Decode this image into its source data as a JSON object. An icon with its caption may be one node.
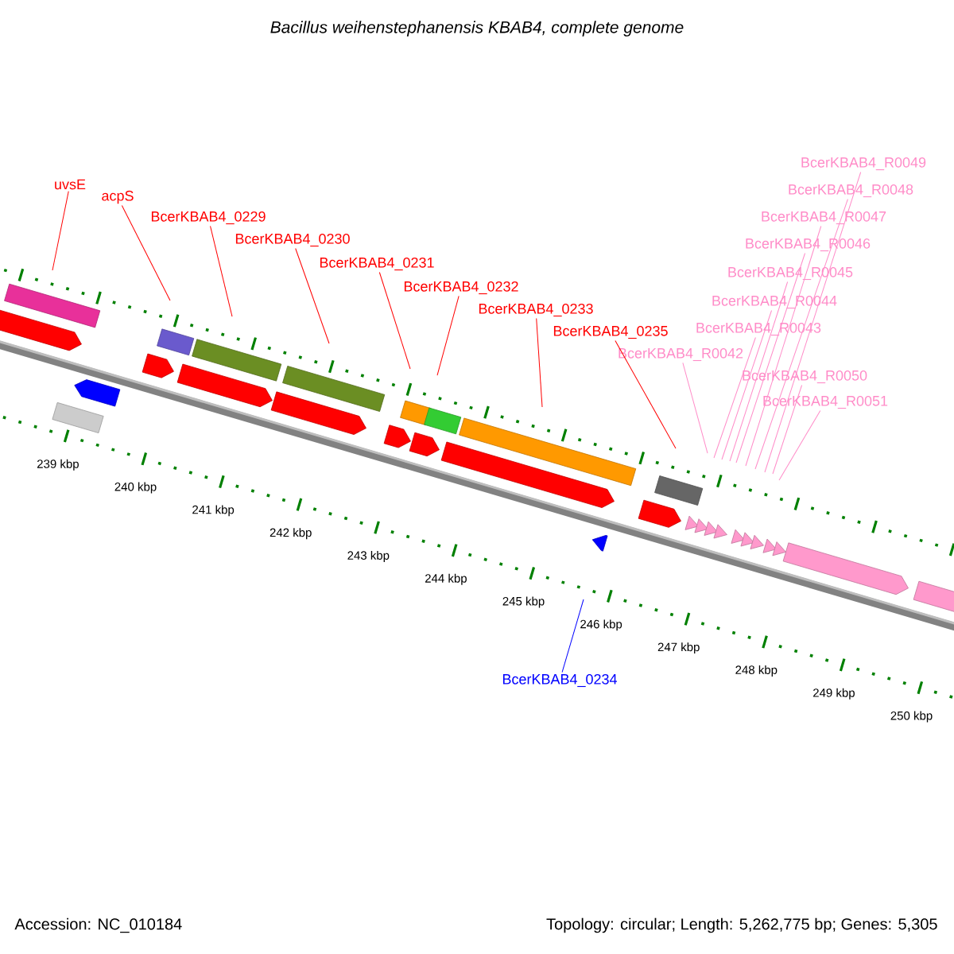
{
  "diagram": {
    "title": "Bacillus weihenstephanensis KBAB4, complete genome",
    "nodes": [
      {
        "text": [
          "uvsE"
        ]
      },
      {
        "text": [
          "acpS"
        ]
      },
      {
        "text": [
          "BcerKBAB4_0229"
        ]
      },
      {
        "text": [
          "BcerKBAB4_0230"
        ]
      },
      {
        "text": [
          "BcerKBAB4_0231"
        ]
      },
      {
        "text": [
          "BcerKBAB4_0232"
        ]
      },
      {
        "text": [
          "BcerKBAB4_0233"
        ]
      },
      {
        "text": [
          "BcerKBAB4_0235"
        ]
      },
      {
        "text": [
          "BcerKBAB4_R0042"
        ]
      },
      {
        "text": [
          "BcerKBAB4_R0043"
        ]
      },
      {
        "text": [
          "BcerKBAB4_R0044"
        ]
      },
      {
        "text": [
          "BcerKBAB4_R0045"
        ]
      },
      {
        "text": [
          "BcerKBAB4_R0046"
        ]
      },
      {
        "text": [
          "BcerKBAB4_R0047"
        ]
      },
      {
        "text": [
          "BcerKBAB4_R0048"
        ]
      },
      {
        "text": [
          "BcerKBAB4_R0049"
        ]
      },
      {
        "text": [
          "BcerKBAB4_R0050"
        ]
      },
      {
        "text": [
          "BcerKBAB4_R0051"
        ]
      },
      {
        "text": [
          "BcerKBAB4_0234"
        ]
      }
    ],
    "edges": [
      {
        "from": 0,
        "to": null,
        "arrow": "none",
        "color": "#ff0000"
      },
      {
        "from": 1,
        "to": null,
        "arrow": "none",
        "color": "#ff0000"
      },
      {
        "from": 2,
        "to": null,
        "arrow": "none",
        "color": "#ff0000"
      },
      {
        "from": 3,
        "to": null,
        "arrow": "none",
        "color": "#ff0000"
      },
      {
        "from": 4,
        "to": null,
        "arrow": "none",
        "color": "#ff0000"
      },
      {
        "from": 5,
        "to": null,
        "arrow": "none",
        "color": "#ff0000"
      },
      {
        "from": 6,
        "to": null,
        "arrow": "none",
        "color": "#ff0000"
      },
      {
        "from": 7,
        "to": null,
        "arrow": "none",
        "color": "#ff0000"
      },
      {
        "from": 8,
        "to": null,
        "arrow": "none",
        "color": "#ff8cc8"
      },
      {
        "from": 9,
        "to": null,
        "arrow": "none",
        "color": "#ff8cc8"
      },
      {
        "from": 10,
        "to": null,
        "arrow": "none",
        "color": "#ff8cc8"
      },
      {
        "from": 11,
        "to": null,
        "arrow": "none",
        "color": "#ff8cc8"
      },
      {
        "from": 12,
        "to": null,
        "arrow": "none",
        "color": "#ff8cc8"
      },
      {
        "from": 13,
        "to": null,
        "arrow": "none",
        "color": "#ff8cc8"
      },
      {
        "from": 14,
        "to": null,
        "arrow": "none",
        "color": "#ff8cc8"
      },
      {
        "from": 15,
        "to": null,
        "arrow": "none",
        "color": "#ff8cc8"
      },
      {
        "from": 16,
        "to": null,
        "arrow": "none",
        "color": "#ff8cc8"
      },
      {
        "from": 17,
        "to": null,
        "arrow": "none",
        "color": "#ff8cc8"
      },
      {
        "from": 18,
        "to": null,
        "arrow": "none",
        "color": "#0000ff"
      }
    ],
    "labels": [
      "239 kbp",
      "240 kbp",
      "241 kbp",
      "242 kbp",
      "243 kbp",
      "244 kbp",
      "245 kbp",
      "246 kbp",
      "247 kbp",
      "248 kbp",
      "249 kbp",
      "250 kbp",
      "Accession: NC_010184",
      "Topology: circular; Length: 5,262,775 bp; Genes: 5,305"
    ]
  }
}
